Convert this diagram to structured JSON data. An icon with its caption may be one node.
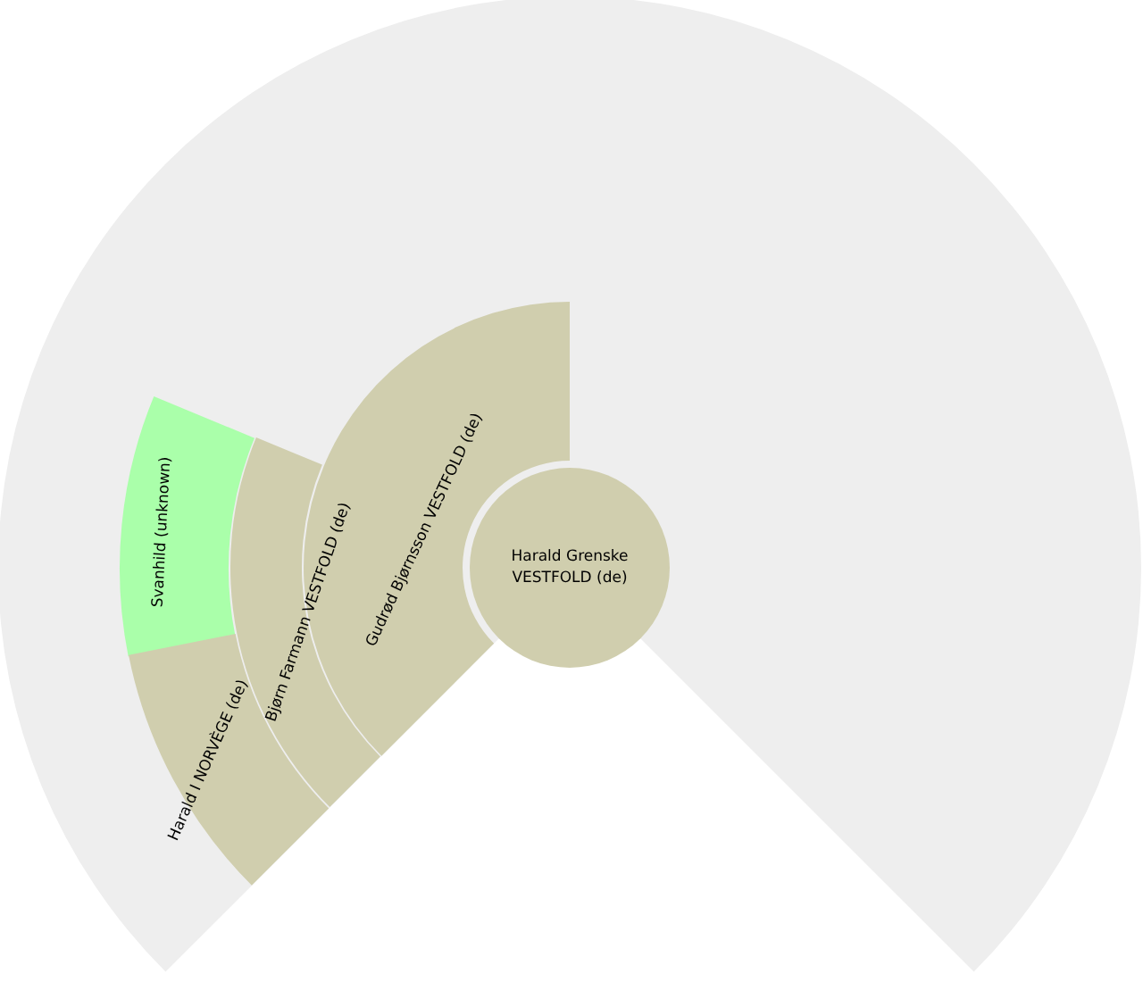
{
  "diagram": {
    "nodes": [
      {
        "text": [
          "Harald Grenske VESTFOLD (de)"
        ]
      },
      {
        "text": [
          "Gudrød Bjørnsson VESTFOLD (de)"
        ]
      },
      {
        "text": [
          "Bjørn Farmann VESTFOLD (de)"
        ]
      },
      {
        "text": [
          "Svanhild (unknown)"
        ]
      },
      {
        "text": [
          "Harald I NORVÈGE (de)"
        ]
      }
    ],
    "edges": []
  }
}
